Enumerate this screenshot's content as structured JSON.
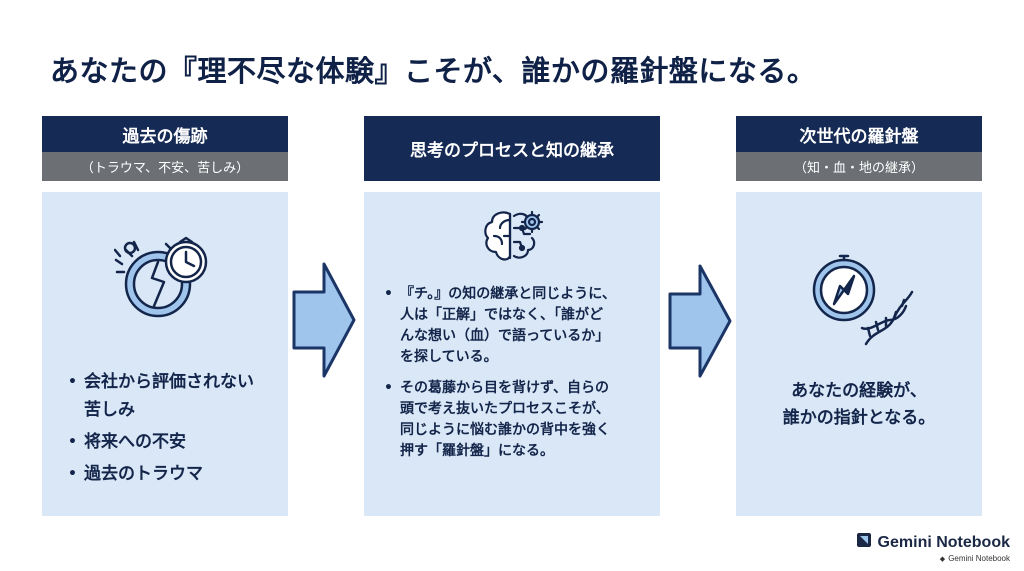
{
  "title": "あなたの『理不尽な体験』こそが、誰かの羅針盤になる。",
  "columns": [
    {
      "header": "過去の傷跡",
      "subheader": "（トラウマ、不安、苦しみ）",
      "icon": "broken-clock-icon",
      "bullets": [
        "会社から評価されない\n苦しみ",
        "将来への不安",
        "過去のトラウマ"
      ]
    },
    {
      "header": "思考のプロセスと知の継承",
      "icon": "brain-gear-icon",
      "bullets": [
        "『チ。』の知の継承と同じように、\n人は「正解」ではなく、「誰がど\nんな想い（血）で語っているか」\nを探している。",
        "その葛藤から目を背けず、自らの\n頭で考え抜いたプロセスこそが、\n同じように悩む誰かの背中を強く\n押す「羅針盤」になる。"
      ]
    },
    {
      "header": "次世代の羅針盤",
      "subheader": "（知・血・地の継承）",
      "icon": "compass-dna-icon",
      "message": "あなたの経験が、\n誰かの指針となる。"
    }
  ],
  "bullet_glyph": "•",
  "logo": {
    "name": "Gemini Notebook",
    "sub": "Gemini Notebook"
  },
  "colors": {
    "header": "#152a55",
    "subheader": "#6c7075",
    "panel": "#d9e7f6",
    "arrow_fill": "#9fc5ec",
    "arrow_stroke": "#1b3566"
  }
}
